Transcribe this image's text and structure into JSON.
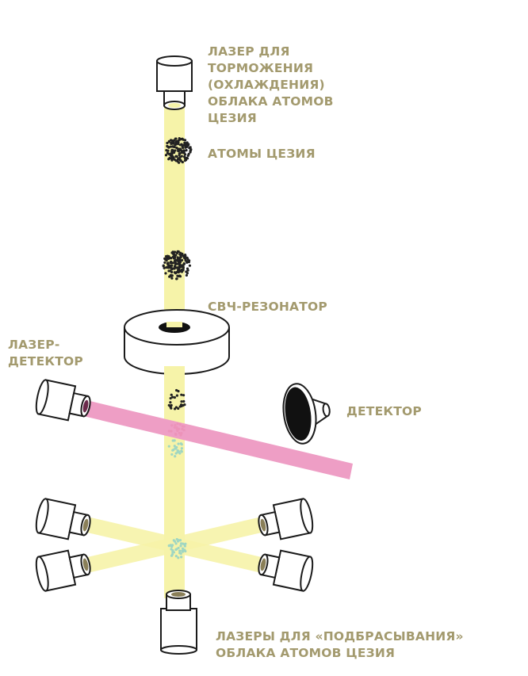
{
  "colors": {
    "label": "#a39a6e",
    "beam_yellow": "#f6f3a9",
    "beam_pink": "#ee9ec5",
    "outline": "#1a1a1a",
    "dot_black": "#222222",
    "dot_pink": "#ec93b9",
    "dot_green": "#9fd6c2",
    "lens_brown": "#8a7f58"
  },
  "labels": {
    "slowing_laser": "ЛАЗЕР ДЛЯ\nТОРМОЖЕНИЯ\n(ОХЛАЖДЕНИЯ)\nОБЛАКА АТОМОВ\nЦЕЗИЯ",
    "cesium_atoms": "АТОМЫ ЦЕЗИЯ",
    "microwave_cavity": "СВЧ-РЕЗОНАТОР",
    "laser_detector": "ЛАЗЕР-\nДЕТЕКТОР",
    "detector": "ДЕТЕКТОР",
    "toss_lasers": "ЛАЗЕРЫ ДЛЯ «ПОДБРАСЫВАНИЯ»\nОБЛАКА АТОМОВ ЦЕЗИЯ"
  }
}
